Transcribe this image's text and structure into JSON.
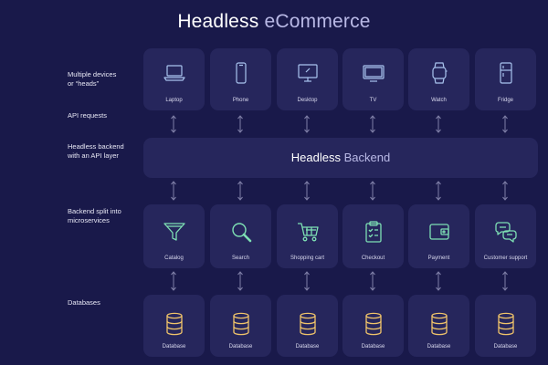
{
  "title": {
    "main": "Headless ",
    "accent": "eCommerce"
  },
  "side_labels": {
    "devices_line1": "Multiple devices",
    "devices_line2": "or “heads”",
    "api": "API requests",
    "backend_line1": "Headless backend",
    "backend_line2": "with an API layer",
    "micro_line1": "Backend split into",
    "micro_line2": "microservices",
    "databases": "Databases"
  },
  "devices": [
    {
      "label": "Laptop",
      "icon": "laptop-icon"
    },
    {
      "label": "Phone",
      "icon": "phone-icon"
    },
    {
      "label": "Desktop",
      "icon": "desktop-icon"
    },
    {
      "label": "TV",
      "icon": "tv-icon"
    },
    {
      "label": "Watch",
      "icon": "watch-icon"
    },
    {
      "label": "Fridge",
      "icon": "fridge-icon"
    }
  ],
  "backend": {
    "main": "Headless ",
    "accent": "Backend"
  },
  "services": [
    {
      "label": "Catalog",
      "icon": "funnel-icon"
    },
    {
      "label": "Search",
      "icon": "magnifier-icon"
    },
    {
      "label": "Shopping cart",
      "icon": "cart-icon"
    },
    {
      "label": "Checkout",
      "icon": "clipboard-icon"
    },
    {
      "label": "Payment",
      "icon": "wallet-icon"
    },
    {
      "label": "Customer support",
      "icon": "chat-bubbles-icon"
    }
  ],
  "databases": [
    {
      "label": "Database",
      "icon": "database-icon"
    },
    {
      "label": "Database",
      "icon": "database-icon"
    },
    {
      "label": "Database",
      "icon": "database-icon"
    },
    {
      "label": "Database",
      "icon": "database-icon"
    },
    {
      "label": "Database",
      "icon": "database-icon"
    },
    {
      "label": "Database",
      "icon": "database-icon"
    }
  ],
  "colors": {
    "background": "#19194a",
    "card": "#26265c",
    "device_icon": "#a9c4ee",
    "service_icon": "#7ee0b4",
    "database_icon": "#f0c46a",
    "arrow": "#8080a8"
  }
}
